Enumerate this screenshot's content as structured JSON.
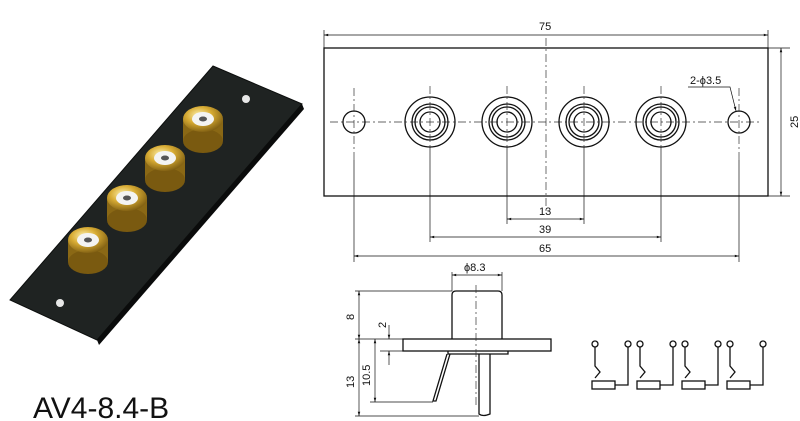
{
  "product": {
    "model": "AV4-8.4-B"
  },
  "front_view": {
    "overall_width": "75",
    "height": "25",
    "mount_holes": "2-ϕ3.5",
    "jack_pitch": "13",
    "outer_jack_span": "39",
    "mount_hole_span": "65"
  },
  "side_view": {
    "jack_diameter": "ϕ8.3",
    "jack_height": "8",
    "plate_thickness": "2",
    "pin_length": "10.5",
    "total_pin_length": "13"
  },
  "colors": {
    "plate": "#1f2322",
    "gold": "#c9a030",
    "insulator": "#f2f2f0"
  }
}
